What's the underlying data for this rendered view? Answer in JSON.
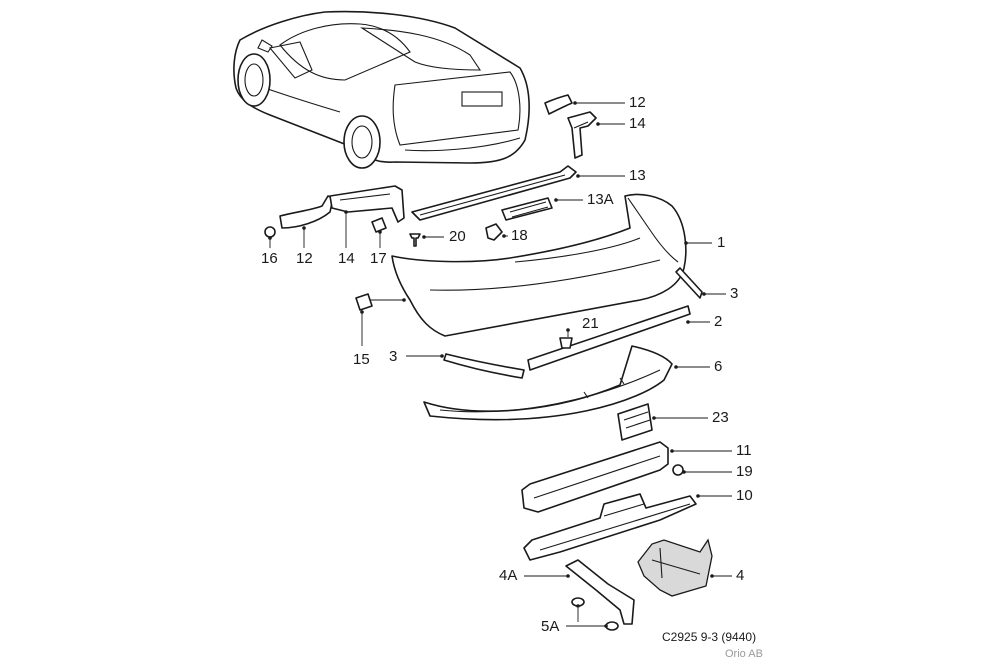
{
  "callouts": {
    "c1": "1",
    "c2": "2",
    "c3a": "3",
    "c3b": "3",
    "c4": "4",
    "c4a": "4A",
    "c5a": "5A",
    "c6": "6",
    "c10": "10",
    "c11": "11",
    "c12a": "12",
    "c12b": "12",
    "c13": "13",
    "c13a": "13A",
    "c14a": "14",
    "c14b": "14",
    "c15": "15",
    "c16": "16",
    "c17": "17",
    "c18": "18",
    "c19": "19",
    "c20": "20",
    "c21": "21",
    "c23": "23"
  },
  "footer": {
    "reference": "C2925 9-3 (9440)",
    "copyright": "Orio AB"
  }
}
